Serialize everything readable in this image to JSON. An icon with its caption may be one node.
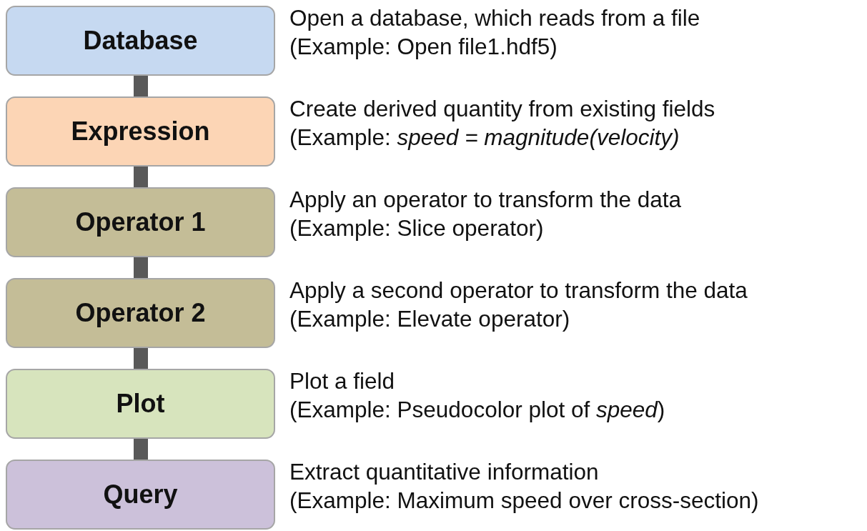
{
  "diagram": {
    "nodes": [
      {
        "text": [
          "Database"
        ],
        "beside": [
          "Open a database, which reads from a file",
          "(Example: Open file1.hdf5)"
        ]
      },
      {
        "text": [
          "Expression"
        ],
        "beside": [
          "Create derived quantity from existing fields",
          "(Example: *speed = magnitude(velocity)*"
        ]
      },
      {
        "text": [
          "Operator 1"
        ],
        "beside": [
          "Apply an operator to transform the data",
          "(Example: Slice operator)"
        ]
      },
      {
        "text": [
          "Operator 2"
        ],
        "beside": [
          "Apply a second operator to transform the data",
          "(Example: Elevate operator)"
        ]
      },
      {
        "text": [
          "Plot"
        ],
        "beside": [
          "Plot a field",
          "(Example: Pseudocolor plot of *speed*)"
        ]
      },
      {
        "text": [
          "Query"
        ],
        "beside": [
          "Extract quantitative information",
          "(Example: Maximum speed over cross-section)"
        ]
      }
    ],
    "edges": [
      {
        "from": 0,
        "to": 1,
        "arrow": "none"
      },
      {
        "from": 1,
        "to": 2,
        "arrow": "none"
      },
      {
        "from": 2,
        "to": 3,
        "arrow": "none"
      },
      {
        "from": 3,
        "to": 4,
        "arrow": "none"
      },
      {
        "from": 4,
        "to": 5,
        "arrow": "none"
      }
    ]
  }
}
